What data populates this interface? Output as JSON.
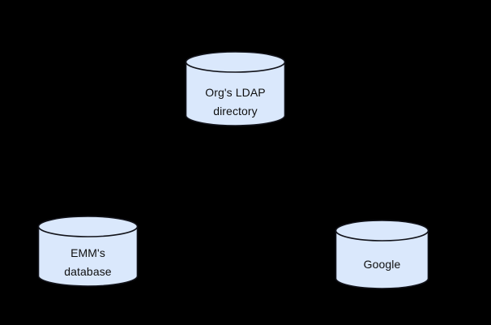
{
  "diagram": {
    "type": "node-diagram",
    "background_color": "#000000",
    "node_fill_color": "#dae8fc",
    "node_stroke_color": "#12131a",
    "node_text_color": "#0f0f0f",
    "nodes": [
      {
        "id": "ldap",
        "shape": "cylinder",
        "icon": "database-cylinder-icon",
        "lines": [
          "Org's LDAP",
          "directory"
        ],
        "position": "top-center"
      },
      {
        "id": "emm",
        "shape": "cylinder",
        "icon": "database-cylinder-icon",
        "lines": [
          "EMM's",
          "database"
        ],
        "position": "bottom-left"
      },
      {
        "id": "google",
        "shape": "cylinder",
        "icon": "database-cylinder-icon",
        "lines": [
          "Google"
        ],
        "position": "bottom-right"
      }
    ],
    "connectors": []
  }
}
